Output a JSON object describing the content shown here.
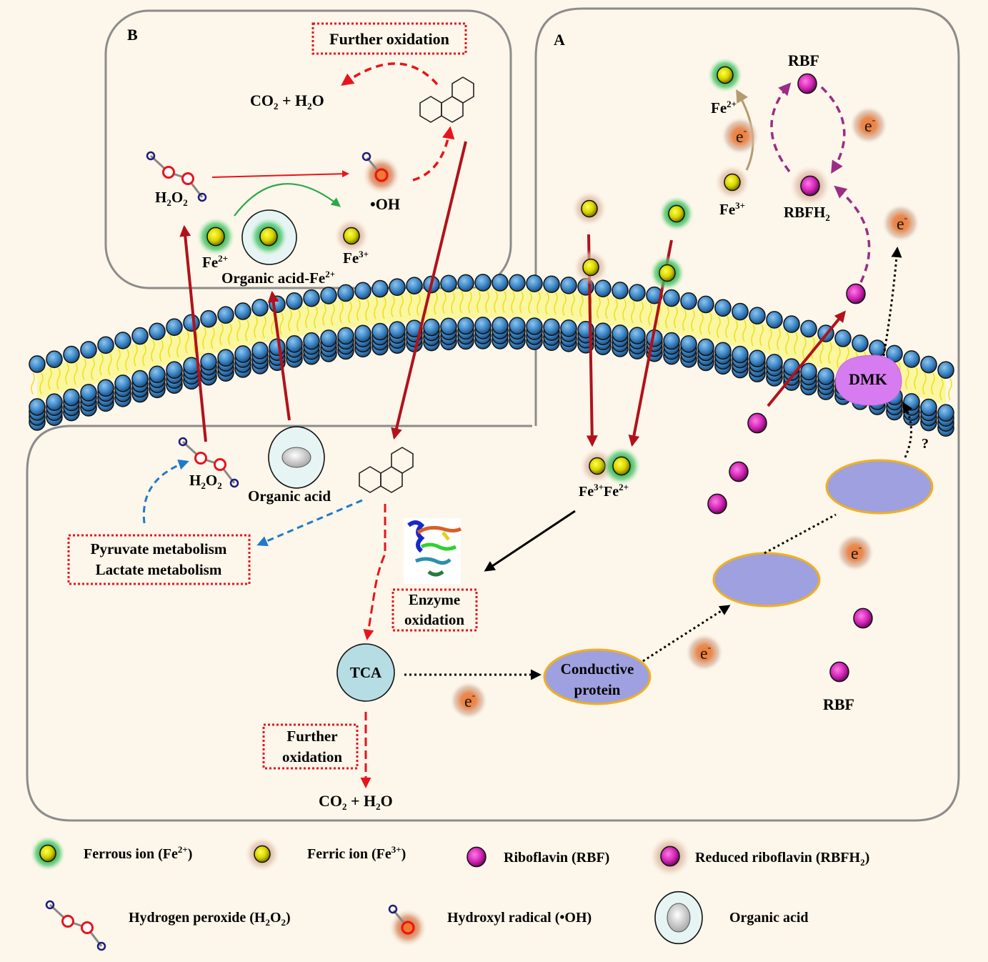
{
  "panels": {
    "A": {
      "letter": "A"
    },
    "B": {
      "letter": "B"
    }
  },
  "panel_b": {
    "further_oxidation": "Further oxidation",
    "products": {
      "pre": "CO",
      "sub1": "2",
      "mid": " + H",
      "sub2": "2",
      "post": "O"
    },
    "h2o2": {
      "h": "H",
      "sub1": "2",
      "o": "O",
      "sub2": "2"
    },
    "hydroxyl": "•OH",
    "fe2": {
      "base": "Fe",
      "sup": "2+"
    },
    "fe3": {
      "base": "Fe",
      "sup": "3+"
    },
    "organic_acid_fe": {
      "base": "Organic acid-Fe",
      "sup": "2+"
    }
  },
  "panel_a": {
    "rbf_top": "RBF",
    "rbfh2": {
      "base": "RBFH",
      "sub": "2"
    },
    "fe2": {
      "base": "Fe",
      "sup": "2+"
    },
    "fe3": {
      "base": "Fe",
      "sup": "3+"
    },
    "electron": {
      "base": "e",
      "sup": "-"
    },
    "dmk": "DMK",
    "question": "?",
    "fe_pair": {
      "b1": "Fe",
      "s1": "3+",
      "b2": "Fe",
      "s2": "2+"
    },
    "conductive_protein": [
      "Conductive",
      "protein"
    ],
    "rbf_bottom": "RBF"
  },
  "cell": {
    "h2o2": {
      "h": "H",
      "sub1": "2",
      "o": "O",
      "sub2": "2"
    },
    "organic_acid": "Organic acid",
    "metabolism": [
      "Pyruvate metabolism",
      "Lactate metabolism"
    ],
    "enzyme_oxidation": [
      "Enzyme",
      "oxidation"
    ],
    "tca": "TCA",
    "further_oxidation": [
      "Further",
      "oxidation"
    ],
    "products": {
      "pre": "CO",
      "sub1": "2",
      "mid": " + H",
      "sub2": "2",
      "post": "O"
    }
  },
  "legend": [
    {
      "icon": "ferrous-ion",
      "base": "Ferrous ion (Fe",
      "sup": "2+",
      "post": ")"
    },
    {
      "icon": "ferric-ion",
      "base": "Ferric ion (Fe",
      "sup": "3+",
      "post": ")"
    },
    {
      "icon": "riboflavin",
      "base": "Riboflavin (RBF)",
      "sup": "",
      "post": ""
    },
    {
      "icon": "reduced-riboflavin",
      "base": "Reduced riboflavin (RBFH",
      "sub": "2",
      "post": ")"
    },
    {
      "icon": "hydrogen-peroxide",
      "base": "Hydrogen peroxide (H",
      "sub": "2",
      "mid": "O",
      "sub2": "2",
      "post": ")"
    },
    {
      "icon": "hydroxyl-radical",
      "base": "Hydroxyl radical (•OH)"
    },
    {
      "icon": "organic-acid",
      "base": "Organic acid"
    }
  ],
  "colors": {
    "background": "#fdf6ea",
    "panel_border": "#8c8c8c",
    "red_arrow": "#b0121b",
    "dashed_red": "#e8141b",
    "dashed_blue": "#1f7ac8",
    "dashed_purple": "#9b2d86",
    "green_arrow": "#2aa84a",
    "tan_arrow": "#b49a6e",
    "membrane_head": "#4a90cf",
    "membrane_tail": "#f2ea1c",
    "dmk": "#d67cf0",
    "protein_ellipse": "#9fa0df",
    "protein_border": "#f0b020",
    "tca": "#b5dde3"
  }
}
